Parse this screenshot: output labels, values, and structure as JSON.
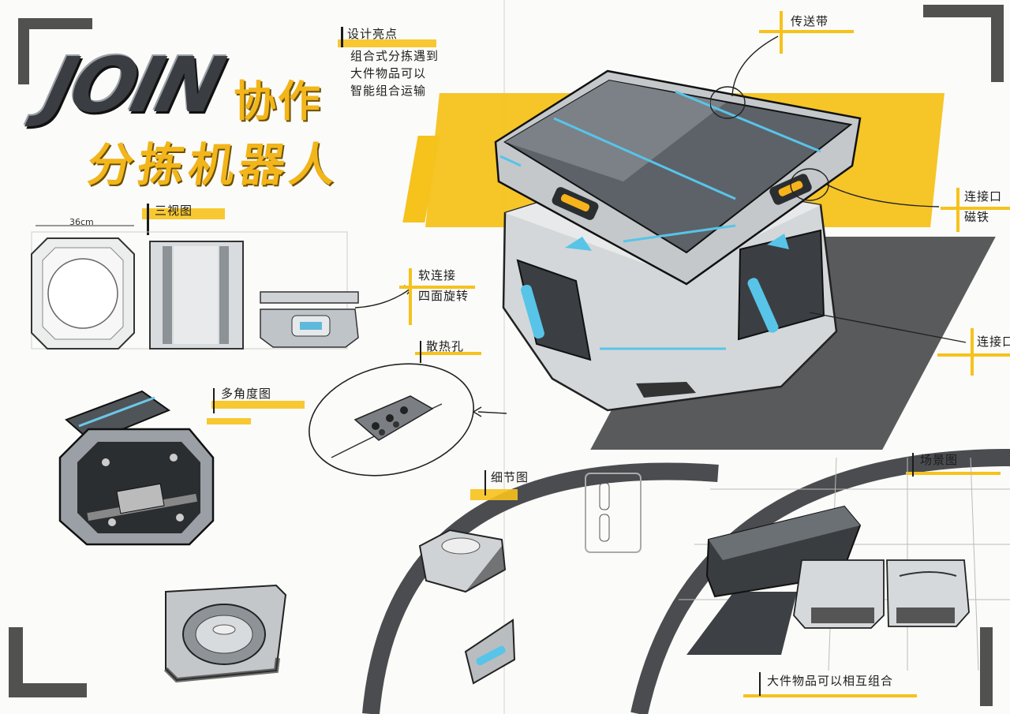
{
  "title": {
    "logo": "JOIN",
    "line1": "协作",
    "line2": "分拣机器人"
  },
  "design_points": {
    "heading": "设计亮点",
    "lines": [
      "组合式分拣遇到",
      "大件物品可以",
      "智能组合运输"
    ]
  },
  "views": {
    "three_view": "三视图",
    "dimension": "36cm",
    "multi_angle": "多角度图",
    "detail": "细节图",
    "scene": "场景图"
  },
  "callouts": {
    "conveyor": "传送带",
    "soft_connect": [
      "软连接",
      "四面旋转"
    ],
    "heat_vent": "散热孔",
    "connector_top": [
      "连接口",
      "磁铁"
    ],
    "connector_side": "连接口"
  },
  "scene_caption": "大件物品可以相互组合",
  "colors": {
    "accent": "#f6c21c",
    "ink": "#1c1c1c",
    "body_grey": "#8d9298",
    "glow_blue": "#58c4e8"
  }
}
